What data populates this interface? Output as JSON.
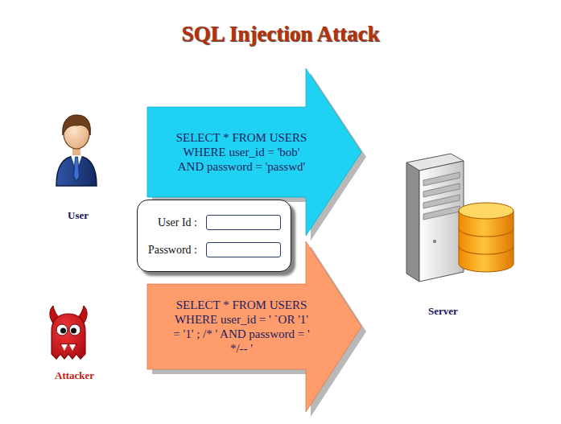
{
  "diagram": {
    "title": "SQL Injection Attack",
    "nodes": [
      {
        "text": [
          "SELECT * FROM USERS WHERE user_id = 'bob' AND password = 'passwd'"
        ]
      },
      {
        "text": [
          "User Id :",
          "Password :"
        ]
      },
      {
        "text": [
          "SELECT * FROM USERS WHERE user_id = ' `OR '1' = '1' ; /* ' AND password = ' */-- '"
        ]
      }
    ],
    "labels": [
      "User",
      "Server",
      "Attacker"
    ]
  }
}
